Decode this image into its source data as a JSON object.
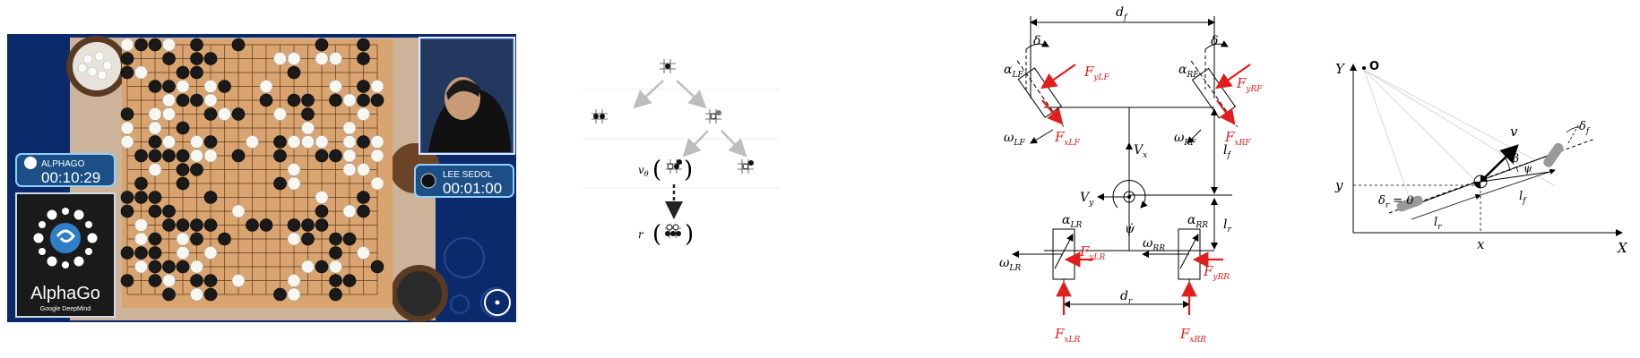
{
  "alphago_panel": {
    "player_left": {
      "name": "ALPHAGO",
      "time": "00:10:29"
    },
    "player_right": {
      "name": "LEE SEDOL",
      "time": "00:01:00"
    },
    "logo": {
      "title": "AlphaGo",
      "subtitle": "Google DeepMind"
    },
    "colors": {
      "frame": "#0b2a6b",
      "board": "#d9a46f",
      "badge_bg": "#1b4f86",
      "badge_border": "#8fd0ff"
    }
  },
  "tree_panel": {
    "value_label": "v",
    "value_sub": "θ",
    "reward_label": "r"
  },
  "vehicle_panel": {
    "labels": {
      "df": "d",
      "df_sub": "f",
      "dr": "d",
      "dr_sub": "r",
      "delta_left": "δ",
      "delta_right": "δ",
      "alpha_lf": "α",
      "alpha_lf_sub": "LF",
      "alpha_rf": "α",
      "alpha_rf_sub": "RF",
      "alpha_lr": "α",
      "alpha_lr_sub": "LR",
      "alpha_rr": "α",
      "alpha_rr_sub": "RR",
      "fylf": "F",
      "fylf_sub": "yLF",
      "fyrf": "F",
      "fyrf_sub": "yRF",
      "fxlf": "F",
      "fxlf_sub": "xLF",
      "fxrf": "F",
      "fxrf_sub": "xRF",
      "fylr": "F",
      "fylr_sub": "yLR",
      "fyrr": "F",
      "fyrr_sub": "yRR",
      "fxlr": "F",
      "fxlr_sub": "xLR",
      "fxrr": "F",
      "fxrr_sub": "xRR",
      "wlf": "ω",
      "wlf_sub": "LF",
      "wrf": "ω",
      "wrf_sub": "RF",
      "wlr": "ω",
      "wlr_sub": "LR",
      "wrr": "ω",
      "wrr_sub": "RR",
      "vx": "V",
      "vx_sub": "x",
      "vy": "V",
      "vy_sub": "y",
      "psi": "ψ̇",
      "lf": "l",
      "lf_sub": "f",
      "lr": "l",
      "lr_sub": "r"
    },
    "colors": {
      "force": "#e11d1d",
      "line": "#000000"
    }
  },
  "bicycle_panel": {
    "labels": {
      "Y": "Y",
      "X": "X",
      "O": "O",
      "y": "y",
      "x": "x",
      "v": "v",
      "beta": "β",
      "psi": "ψ",
      "delta_f": "δ",
      "delta_f_sub": "f",
      "delta_r": "δ",
      "delta_r_sub": "r",
      "delta_r_eq": " = 0",
      "l_r": "l",
      "l_r_sub": "r",
      "l_f": "l",
      "l_f_sub": "f"
    }
  }
}
